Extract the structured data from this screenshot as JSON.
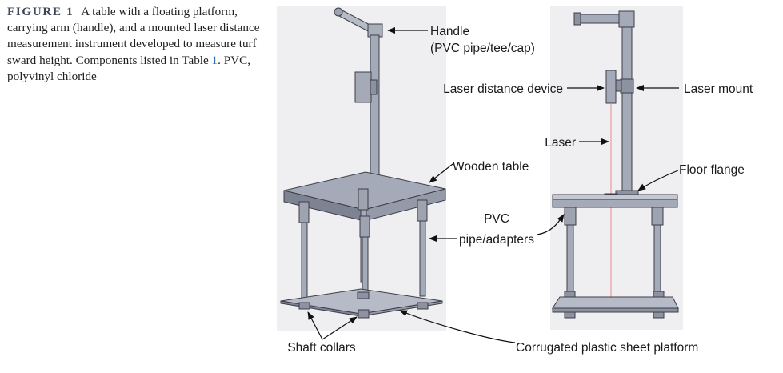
{
  "caption": {
    "figure_label": "FIGURE 1",
    "text_before_ref": "A table with a floating platform, carrying arm (handle), and a mounted laser distance measurement instrument developed to measure turf sward height. Components listed in Table ",
    "table_ref": "1",
    "text_after_ref": ". PVC, polyvinyl chloride"
  },
  "labels": {
    "handle_line1": "Handle",
    "handle_line2": "(PVC pipe/tee/cap)",
    "wooden_table": "Wooden table",
    "pvc_line1": "PVC",
    "pvc_line2": "pipe/adapters",
    "shaft_collars": "Shaft collars",
    "platform": "Corrugated plastic sheet platform",
    "laser_device": "Laser distance device",
    "laser_mount": "Laser mount",
    "laser": "Laser",
    "floor_flange": "Floor flange"
  },
  "colors": {
    "part_fill": "#a5aab8",
    "part_dark": "#7e8392",
    "part_light": "#c4c8d3",
    "outline": "#3c3e48",
    "panel_bg": "#ececee",
    "laser_beam": "#e88a8a"
  }
}
